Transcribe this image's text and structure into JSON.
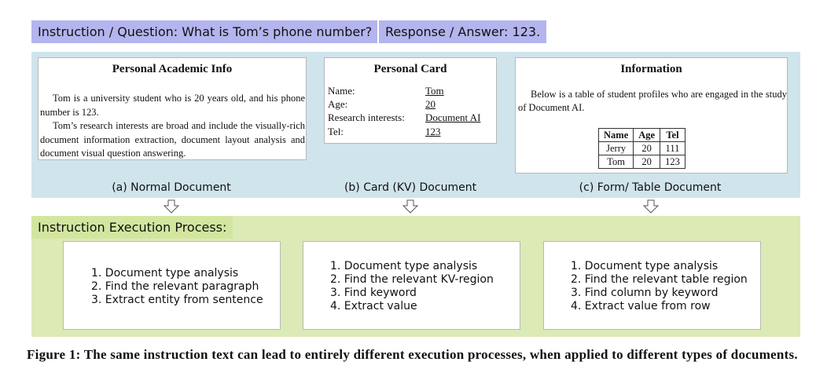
{
  "banner": {
    "instruction": "Instruction / Question: What is Tom’s phone number?",
    "response": "Response / Answer: 123."
  },
  "normal_doc": {
    "title": "Personal Academic Info",
    "para1": "Tom is a university student who is 20 years old, and his phone number is 123.",
    "para2": "Tom’s research interests are broad and include the visually-rich document information extraction, document layout analysis and document visual question answering.",
    "caption": "(a) Normal Document"
  },
  "card_doc": {
    "title": "Personal Card",
    "rows": [
      {
        "key": "Name:",
        "value": "Tom"
      },
      {
        "key": "Age:",
        "value": "20"
      },
      {
        "key": "Research interests:",
        "value": "Document AI"
      },
      {
        "key": "Tel:",
        "value": "123"
      }
    ],
    "caption": "(b) Card (KV) Document"
  },
  "table_doc": {
    "title": "Information",
    "para": "Below is a table of student profiles who are engaged in the study of Document AI.",
    "headers": [
      "Name",
      "Age",
      "Tel"
    ],
    "rows": [
      [
        "Jerry",
        "20",
        "111"
      ],
      [
        "Tom",
        "20",
        "123"
      ]
    ],
    "caption": "(c) Form/ Table Document"
  },
  "process": {
    "label": "Instruction Execution Process:",
    "boxes": [
      [
        "1. Document type analysis",
        "2. Find the relevant paragraph",
        "3. Extract entity from sentence"
      ],
      [
        "1. Document type analysis",
        "2. Find the relevant KV-region",
        "3. Find keyword",
        "4. Extract value"
      ],
      [
        "1. Document type analysis",
        "2. Find the relevant table region",
        "3. Find column by keyword",
        "4. Extract value from row"
      ]
    ]
  },
  "figure_caption": "Figure 1: The same instruction text can lead to entirely different execution processes, when applied to different types of documents."
}
